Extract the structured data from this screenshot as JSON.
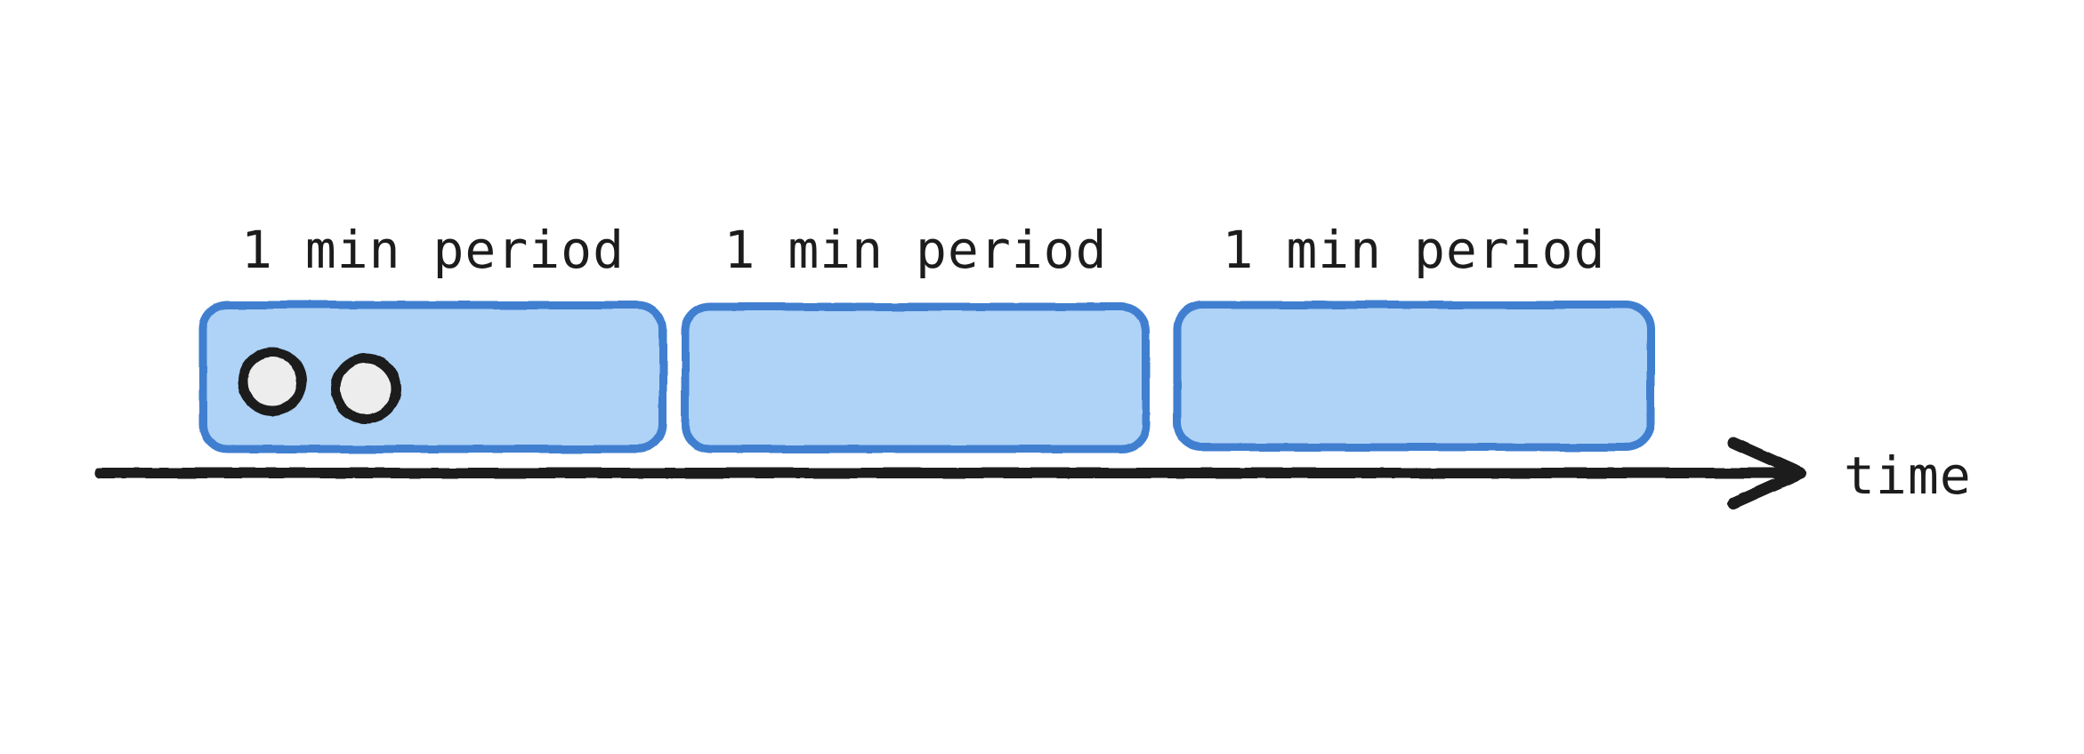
{
  "diagram": {
    "title": "time periods with events",
    "background_color": "#ffffff",
    "axis": {
      "label": "time",
      "color": "#1c1c1c",
      "arrow_direction": "right"
    },
    "period_box_style": {
      "fill_color": "#aed3f7",
      "border_color": "#3f7fd0",
      "border_width": 9,
      "corner_radius": 28
    },
    "event_dot_style": {
      "fill_color": "#ededed",
      "border_color": "#1c1c1c",
      "border_width": 11
    },
    "periods": [
      {
        "label": "1 min period",
        "event_count": 2
      },
      {
        "label": "1 min period",
        "event_count": 0
      },
      {
        "label": "1 min period",
        "event_count": 0
      }
    ],
    "events": [
      {
        "period_index": 0,
        "index_in_period": 1
      },
      {
        "period_index": 0,
        "index_in_period": 2
      }
    ]
  }
}
